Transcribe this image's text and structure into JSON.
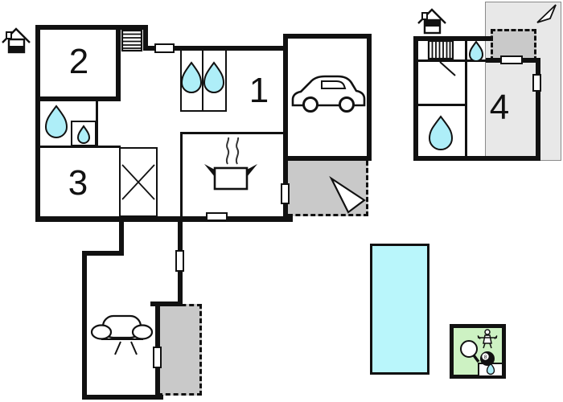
{
  "rooms": [
    {
      "label": "1"
    },
    {
      "label": "2"
    },
    {
      "label": "3"
    },
    {
      "label": "4"
    }
  ],
  "games": {
    "ball_label": "8"
  },
  "colors": {
    "background": "#ffffff",
    "wall": "#111111",
    "water_fill": "#aeeef8",
    "pool_fill": "#b9f6fb",
    "terrace_light": "#e8e8e8",
    "terrace_dark": "#c9c9c9",
    "games_fill": "#cdf2c3"
  },
  "icons": [
    "house-ground-floor-icon",
    "house-upper-floor-icon",
    "stairs-icon",
    "water-drop-icon",
    "car-icon",
    "stove-pot-icon",
    "wardrobe-cross-icon",
    "sofa-icon",
    "compass-triangle-icon",
    "door-opening",
    "table-tennis-paddle-icon",
    "billiard-ball-icon",
    "foosball-player-icon"
  ]
}
